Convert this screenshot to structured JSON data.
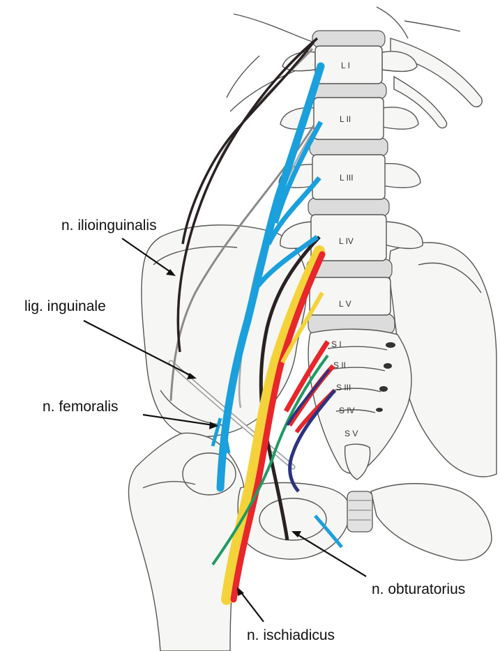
{
  "labels": {
    "ilioinguinalis": "n. ilioinguinalis",
    "inguinale": "lig. inguinale",
    "femoralis": "n. femoralis",
    "obturatorius": "n. obturatorius",
    "ischiadicus": "n. ischiadicus"
  },
  "vertebrae": [
    "L I",
    "L II",
    "L III",
    "L IV",
    "L V"
  ],
  "sacral": [
    "S I",
    "S II",
    "S III",
    "S IV",
    "S V"
  ],
  "colors": {
    "femoral": "#1aa0dc",
    "sciatic_red": "#e8262b",
    "sciatic_yellow": "#f4d33a",
    "green": "#1f9a63",
    "navy": "#2c3480",
    "dark_nerve": "#2a2222",
    "grey_nerve": "#8a8a8a"
  }
}
